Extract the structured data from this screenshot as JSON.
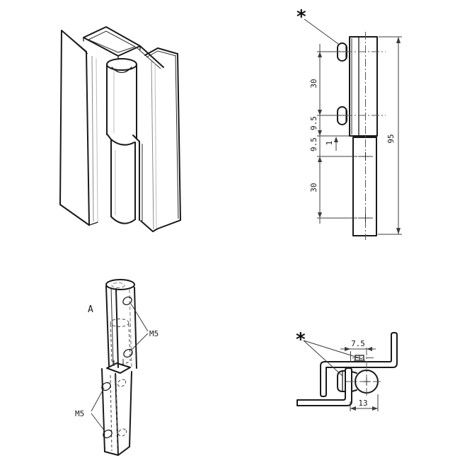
{
  "drawing": {
    "title": "hinge-technical-drawing",
    "colors": {
      "line": "#1a1a1a",
      "dimension": "#3c3c3c",
      "centerline": "#555",
      "background": "#ffffff"
    },
    "side_view": {
      "marker": "*",
      "dim_hole_spacing_top": "30",
      "dim_offset_upper": "9.5",
      "dim_offset_lower": "9.5",
      "dim_leaf_gap": "1",
      "dim_hole_spacing_bottom": "30",
      "dim_total_height": "95"
    },
    "detail_view": {
      "label": "A",
      "thread_upper": "M5",
      "thread_lower": "M5"
    },
    "plan_view": {
      "marker": "*",
      "dim_pin_center_offset": "7.5",
      "dim_pin_edge_offset": "13"
    }
  }
}
